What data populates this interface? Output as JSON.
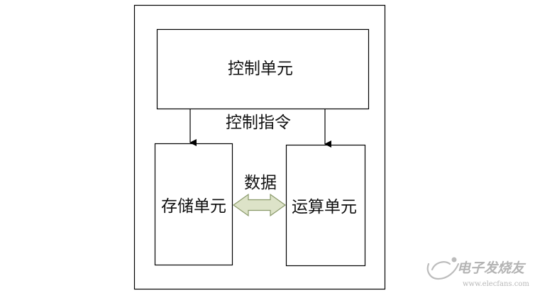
{
  "diagram": {
    "nodes": {
      "control_unit": "控制单元",
      "storage_unit": "存储单元",
      "arithmetic_unit": "运算单元"
    },
    "edges": {
      "control_signal": "控制指令",
      "data_flow": "数据"
    }
  },
  "watermark": {
    "site_name": "电子发烧友",
    "site_url": "www.elecfans.com"
  },
  "colors": {
    "box_stroke": "#000000",
    "data_arrow_fill": "#dde3c8",
    "data_arrow_stroke": "#8a9a6a",
    "watermark": "#b8b8b8"
  }
}
